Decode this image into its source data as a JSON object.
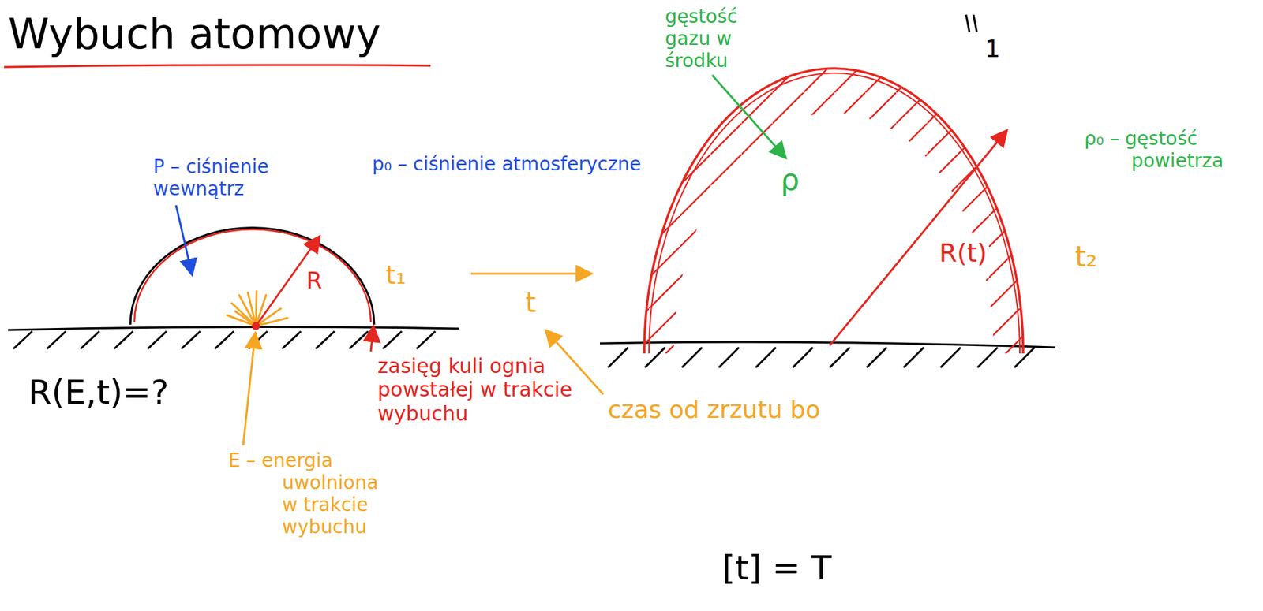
{
  "diagram": {
    "title": "Wybuch atomowy",
    "labels": [
      "1",
      "P – ciśnienie wewnątrz",
      "p₀ – ciśnienie atmosferyczne",
      "R",
      "t₁",
      "t",
      "R(E,t)=?",
      "zasięg kuli ognia powstałej w trakcie wybuchu",
      "E – energia uwolniona w trakcie wybuchu",
      "czas od zrzutu bo",
      "gęstość gazu w środku",
      "ρ",
      "ρ₀ – gęstość powietrza",
      "R(t)",
      "t₂",
      "[t] = T"
    ]
  }
}
